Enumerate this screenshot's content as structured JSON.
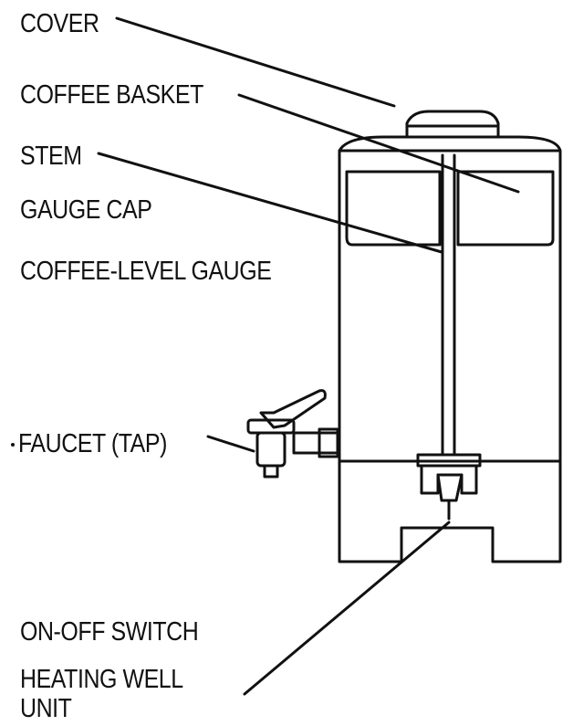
{
  "labels": {
    "cover": "COVER",
    "coffee_basket": "COFFEE BASKET",
    "stem": "STEM",
    "gauge_cap": "GAUGE CAP",
    "coffee_level_gauge": "COFFEE-LEVEL GAUGE",
    "faucet": "FAUCET (TAP)",
    "on_off_switch": "ON-OFF SWITCH",
    "heating_well": "HEATING WELL",
    "unit": "UNIT"
  },
  "colors": {
    "ink": "#111111",
    "background": "#ffffff"
  }
}
